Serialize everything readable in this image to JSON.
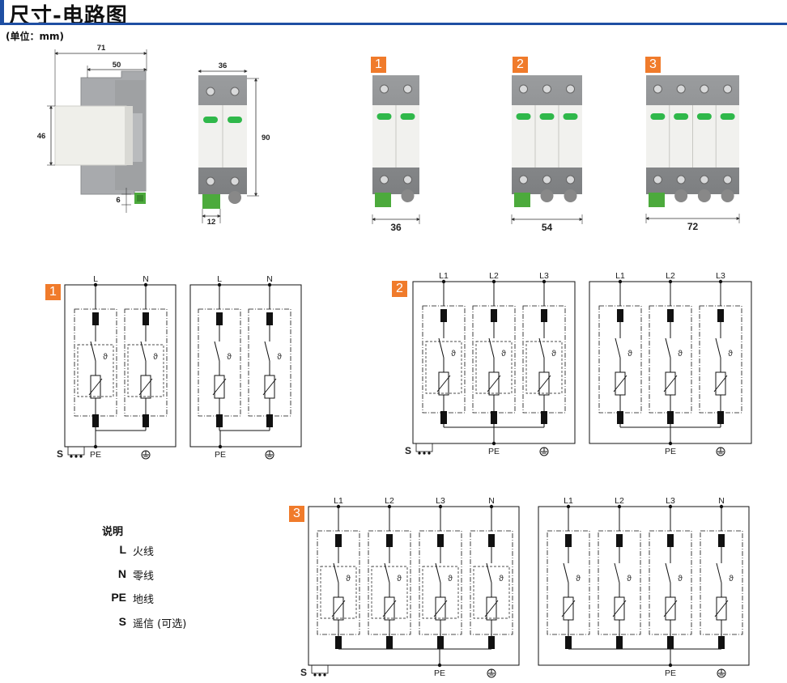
{
  "header": {
    "title": "尺寸-电路图",
    "unit_note": "(单位：mm)"
  },
  "dimensions": {
    "side_width": "71",
    "side_inner": "50",
    "side_height": "46",
    "side_rail": "6",
    "front_width": "36",
    "front_height": "90",
    "front_terminal": "12"
  },
  "products": [
    {
      "badge": "1",
      "width_label": "36"
    },
    {
      "badge": "2",
      "width_label": "54"
    },
    {
      "badge": "3",
      "width_label": "72"
    }
  ],
  "circuits": {
    "terminal_L": "L",
    "terminal_N": "N",
    "terminal_L1": "L1",
    "terminal_L2": "L2",
    "terminal_L3": "L3",
    "terminal_PE": "PE",
    "terminal_S": "S",
    "thermal_symbol": "ϑ"
  },
  "legend": {
    "heading": "说明",
    "items": [
      {
        "key": "L",
        "text": "火线"
      },
      {
        "key": "N",
        "text": "零线"
      },
      {
        "key": "PE",
        "text": "地线"
      },
      {
        "key": "S",
        "text": "遥信 (可选)"
      }
    ]
  },
  "colors": {
    "accent_blue": "#1f4fa3",
    "badge_orange": "#f07b2b",
    "indicator_green": "#2fb84a"
  }
}
